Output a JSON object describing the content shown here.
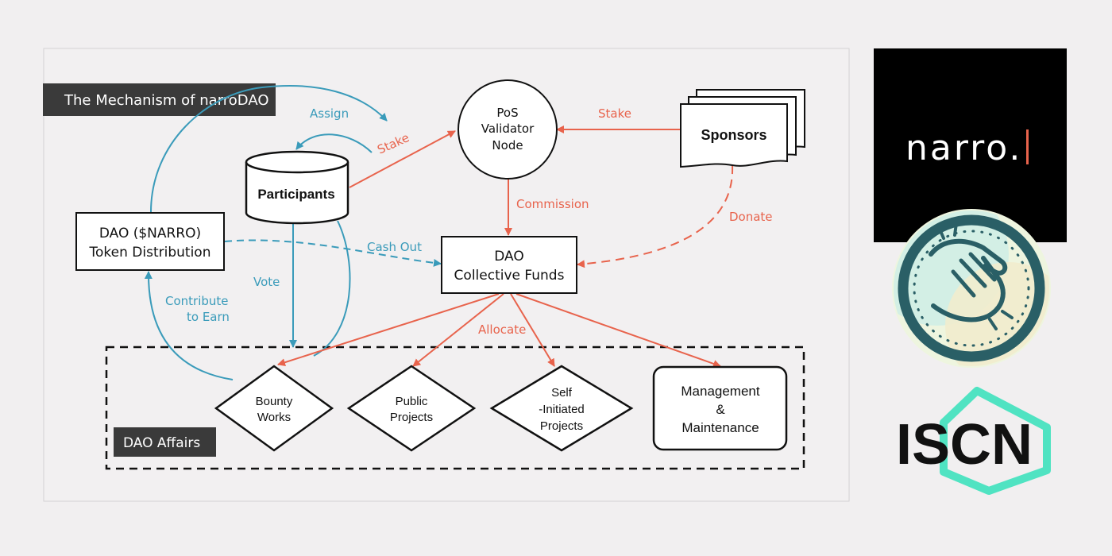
{
  "title": "The Mechanism of narroDAO",
  "nodes": {
    "pos_validator": {
      "lines": [
        "PoS",
        "Validator",
        "Node"
      ]
    },
    "sponsors": {
      "label": "Sponsors"
    },
    "participants": {
      "label": "Participants"
    },
    "token_distribution": {
      "lines": [
        "DAO ($NARRO)",
        "Token Distribution"
      ]
    },
    "collective_funds": {
      "lines": [
        "DAO",
        "Collective Funds"
      ]
    },
    "bounty_works": {
      "lines": [
        "Bounty",
        "Works"
      ]
    },
    "public_projects": {
      "lines": [
        "Public",
        "Projects"
      ]
    },
    "self_initiated": {
      "lines": [
        "Self",
        "-Initiated",
        "Projects"
      ]
    },
    "management": {
      "lines": [
        "Management",
        "&",
        "Maintenance"
      ]
    },
    "dao_affairs": {
      "label": "DAO Affairs"
    }
  },
  "edges": {
    "assign": "Assign",
    "stake_participants": "Stake",
    "stake_sponsors": "Stake",
    "commission": "Commission",
    "donate": "Donate",
    "cash_out": "Cash Out",
    "vote": "Vote",
    "contribute_line1": "Contribute",
    "contribute_line2": "to Earn",
    "allocate": "Allocate"
  },
  "logos": {
    "narro": "narro.",
    "iscn": "ISCN",
    "clap": "clap-hands-icon"
  },
  "colors": {
    "blue": "#3a9bba",
    "red": "#e8634c",
    "background": "#f1eff0",
    "banner": "#3a3a3a"
  }
}
